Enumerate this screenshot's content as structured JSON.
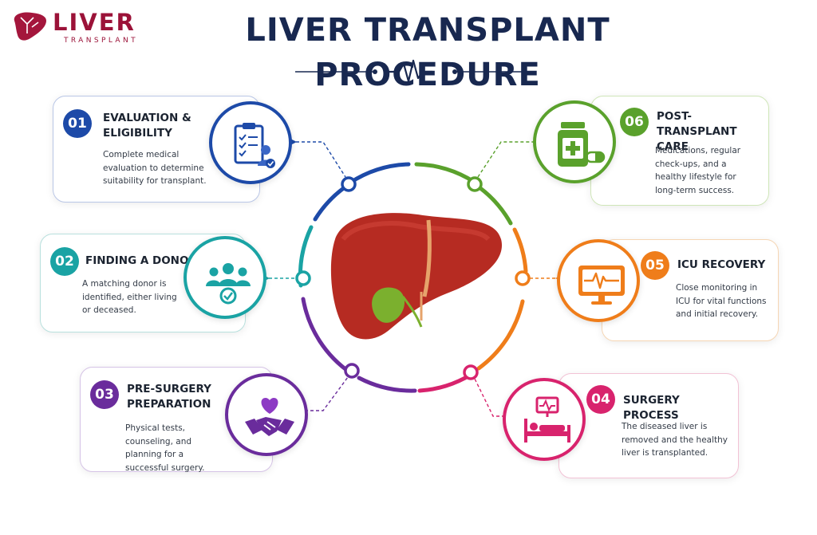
{
  "logo": {
    "word": "LIVER",
    "sub": "TRANSPLANT"
  },
  "header": {
    "title": "LIVER TRANSPLANT PROCEDURE"
  },
  "steps": [
    {
      "number": "01",
      "title": "EVALUATION &\nELIGIBILITY",
      "desc": "Complete medical evaluation to determine suitability for transplant.",
      "color": "#1d4aa8",
      "icon": "clipboard-patient-icon"
    },
    {
      "number": "02",
      "title": "FINDING A DONOR",
      "desc": "A matching donor is identified, either living or deceased.",
      "color": "#1aa3a4",
      "icon": "donor-group-icon"
    },
    {
      "number": "03",
      "title": "PRE-SURGERY\nPREPARATION",
      "desc": "Physical tests, counseling, and planning for a successful surgery.",
      "color": "#6a2c9c",
      "icon": "heart-handshake-icon"
    },
    {
      "number": "04",
      "title": "SURGERY PROCESS",
      "desc": "The diseased liver is removed and the healthy liver is transplanted.",
      "color": "#d8236d",
      "icon": "hospital-bed-monitor-icon"
    },
    {
      "number": "05",
      "title": "ICU RECOVERY",
      "desc": "Close monitoring in ICU for vital functions and initial recovery.",
      "color": "#ef7d1a",
      "icon": "vital-monitor-icon"
    },
    {
      "number": "06",
      "title": "POST-TRANSPLANT\nCARE",
      "desc": "Medications, regular check-ups, and a healthy lifestyle for long-term success.",
      "color": "#5aa12c",
      "icon": "medication-bottle-icon"
    }
  ]
}
